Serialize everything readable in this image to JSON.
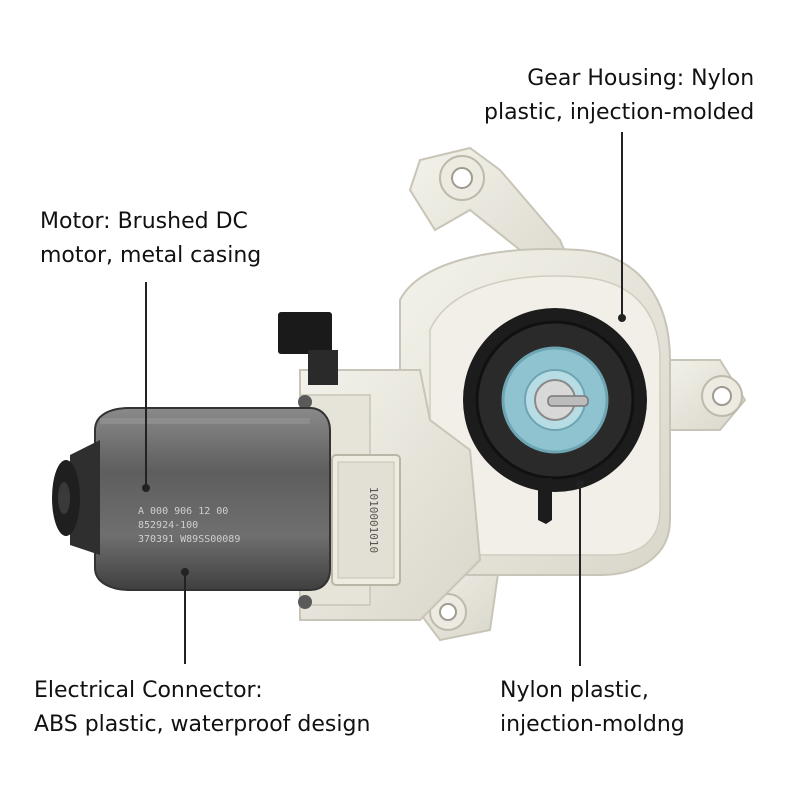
{
  "labels": {
    "motor": {
      "line1": "Motor: Brushed DC",
      "line2": "motor, metal casing"
    },
    "gear_housing": {
      "line1": "Gear Housing: Nylon",
      "line2": "plastic, injection-molded"
    },
    "connector": {
      "line1": "Electrical Connector:",
      "line2": "ABS plastic, waterproof design"
    },
    "nylon": {
      "line1": "Nylon plastic,",
      "line2": "injection-moldng"
    }
  },
  "motor_casing_text": {
    "line1": "A 000 906 12 00",
    "line2": "852924-100",
    "line3": "370391   W89SS00089"
  },
  "connector_text": "1010001010",
  "colors": {
    "housing": "#e9e7dd",
    "motor_casing": "#6b6b6b",
    "gear_teal": "#8fc3cf",
    "seal_black": "#1c1c1c"
  }
}
